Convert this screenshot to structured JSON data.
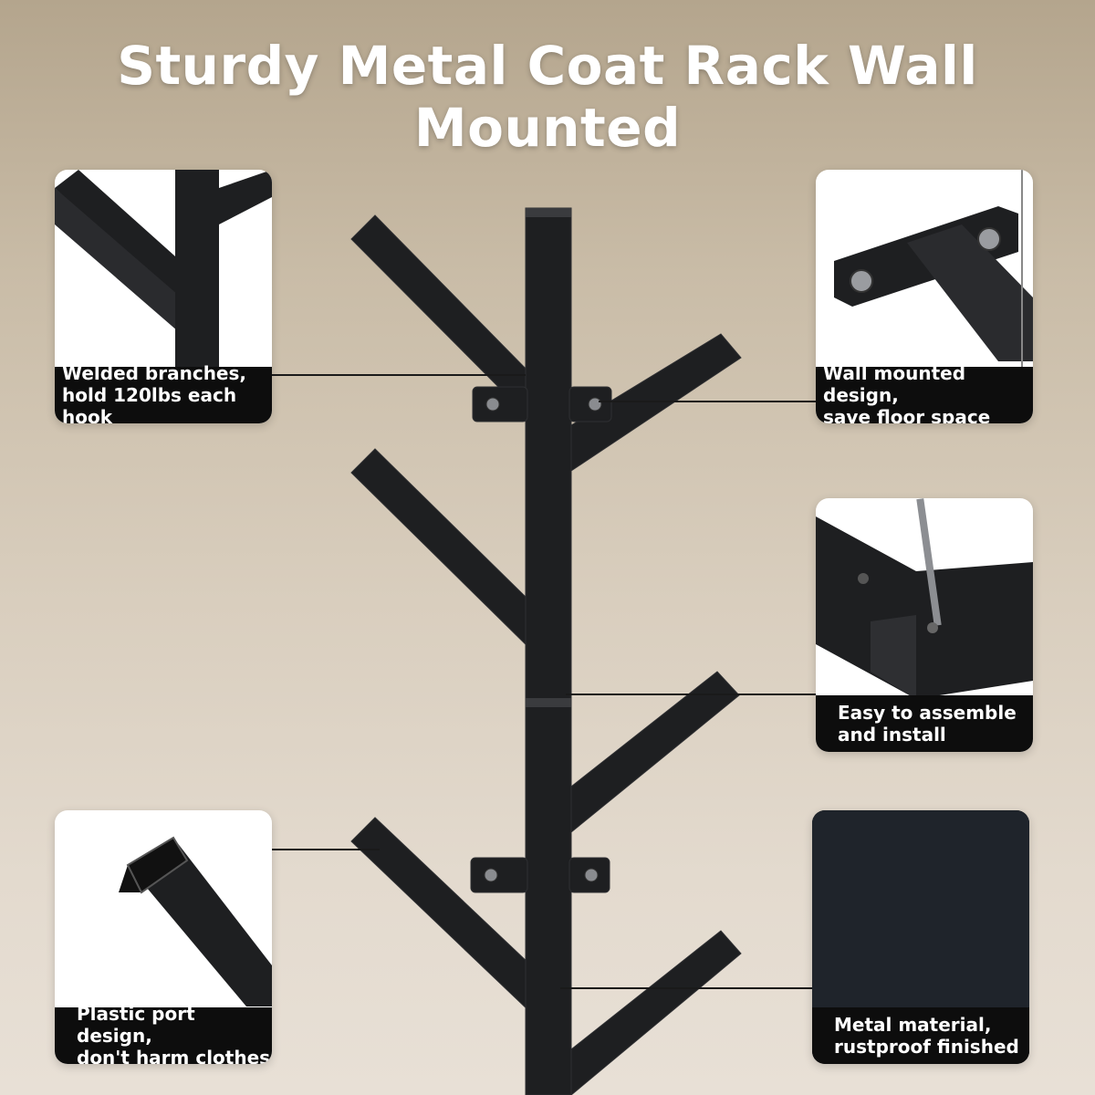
{
  "title": "Sturdy Metal Coat Rack Wall Mounted",
  "colors": {
    "metal": "#1e1f21",
    "caption_bg": "#0d0d0d",
    "caption_text": "#ffffff"
  },
  "features": [
    {
      "line1": "Welded branches,",
      "line2": "hold 120lbs each hook"
    },
    {
      "line1": "Wall mounted design,",
      "line2": "save floor space"
    },
    {
      "line1": "Easy to assemble",
      "line2": "and install"
    },
    {
      "line1": "Plastic port design,",
      "line2": "don't harm clothes"
    },
    {
      "line1": "Metal material,",
      "line2": "rustproof finished"
    }
  ]
}
